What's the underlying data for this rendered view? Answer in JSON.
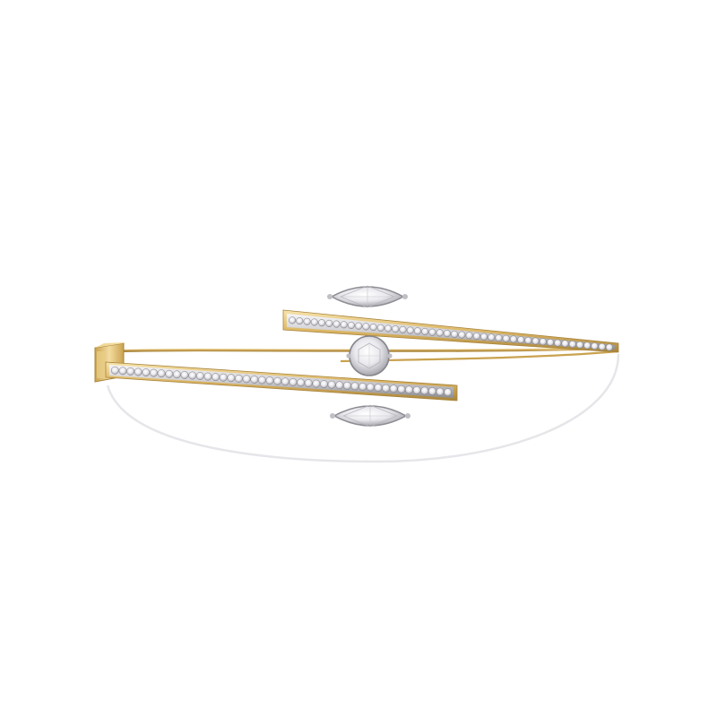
{
  "scene": {
    "subject": "bangle-bracelet-icon",
    "colors": {
      "background": "#ffffff",
      "gold_light": "#f5dfa0",
      "gold_mid": "#dcb664",
      "gold_dark": "#a8843c",
      "silver_light": "#f4f4f6",
      "silver_mid": "#c8c8cc",
      "silver_dark": "#6d6d72",
      "wire_back": "#e6e6ea"
    },
    "stones": {
      "pave_upper_count": 44,
      "pave_lower_count": 44,
      "marquise_count": 2,
      "round_center_count": 1
    }
  }
}
